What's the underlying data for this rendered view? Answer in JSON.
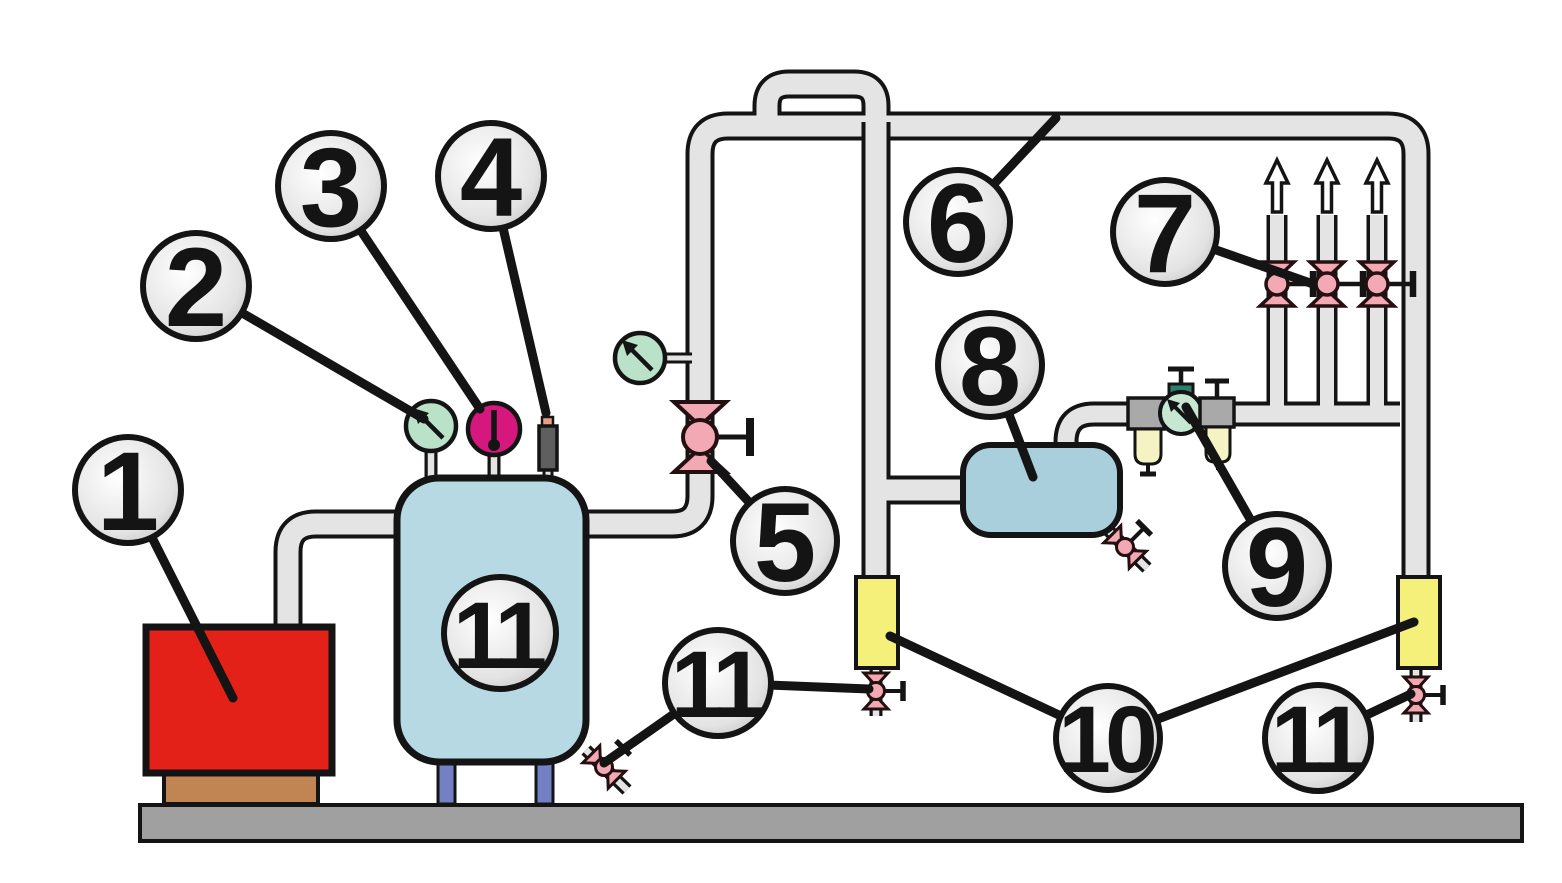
{
  "diagram": {
    "description": "Compressed-air system piping diagram with numbered callouts"
  },
  "callouts": [
    {
      "label": "1"
    },
    {
      "label": "2"
    },
    {
      "label": "3"
    },
    {
      "label": "4"
    },
    {
      "label": "5"
    },
    {
      "label": "6"
    },
    {
      "label": "7"
    },
    {
      "label": "8"
    },
    {
      "label": "9"
    },
    {
      "label": "10"
    },
    {
      "label": "11"
    },
    {
      "label": "11"
    },
    {
      "label": "11"
    }
  ],
  "colors": {
    "pipe_fill": "#e4e4e4",
    "outline": "#141414",
    "floor_gray": "#a0a0a0",
    "compressor_red": "#e32119",
    "base_brown": "#c08552",
    "tank_blue": "#b7d9e4",
    "small_tank_blue": "#a9cfdd",
    "leg_blue": "#7381c4",
    "gauge_green": "#b9e2c8",
    "gauge_magenta": "#d6177d",
    "valve_pink": "#f2a9b4",
    "trap_yellow": "#f5f07a",
    "bowl_yellow": "#f5f2c4",
    "frl_gray": "#a9a9a9",
    "knob_teal": "#2e7d6e",
    "safety_valve_gray": "#5f5f5f",
    "callout_edge_gray": "#c9c9c9"
  }
}
